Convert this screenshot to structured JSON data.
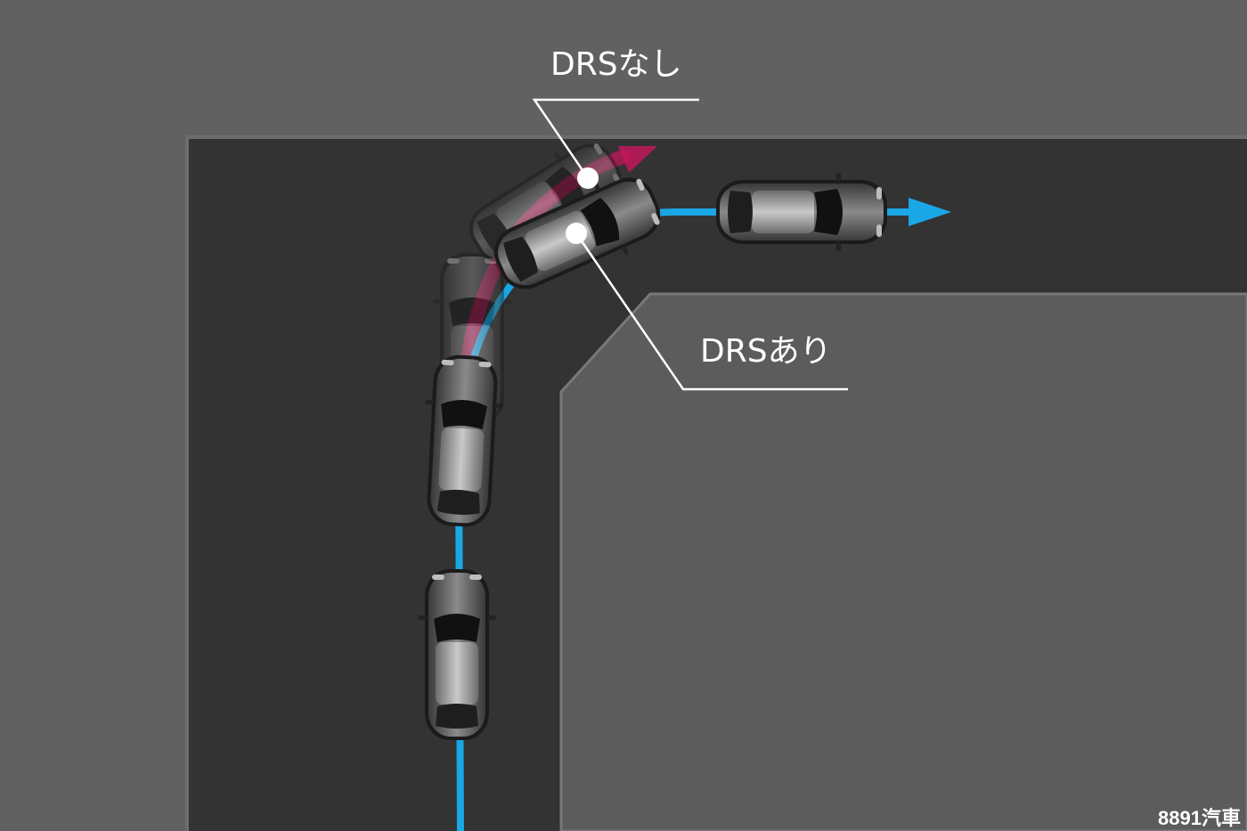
{
  "labels": {
    "without_drs": "DRSなし",
    "with_drs": "DRSあり"
  },
  "watermark": "8891汽車",
  "colors": {
    "background": "#616161",
    "road": "#333333",
    "island": "#5b5b5b",
    "path_with_drs": "#1aa7e6",
    "path_without_drs": "#c2185b",
    "leader_line": "#ffffff"
  }
}
